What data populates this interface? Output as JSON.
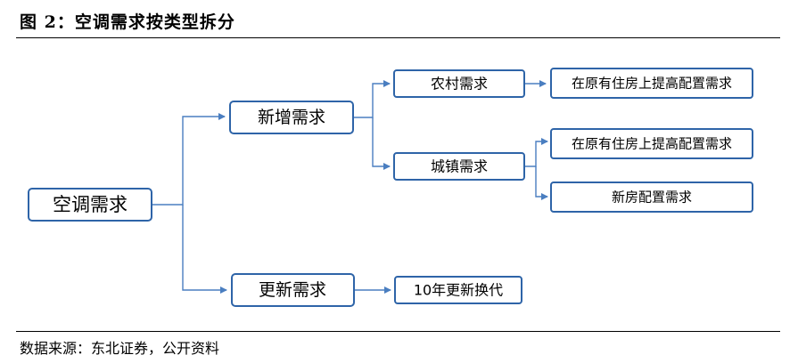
{
  "figure": {
    "title": "图 2：空调需求按类型拆分",
    "source": "数据来源：东北证券，公开资料"
  },
  "nodes": {
    "root": "空调需求",
    "new_demand": "新增需求",
    "replace_demand": "更新需求",
    "rural": "农村需求",
    "urban": "城镇需求",
    "rural_upgrade": "在原有住房上提高配置需求",
    "urban_upgrade": "在原有住房上提高配置需求",
    "new_house": "新房配置需求",
    "ten_year": "10年更新换代"
  },
  "colors": {
    "box_border": "#2e64a8",
    "connector": "#4a7ec0"
  }
}
